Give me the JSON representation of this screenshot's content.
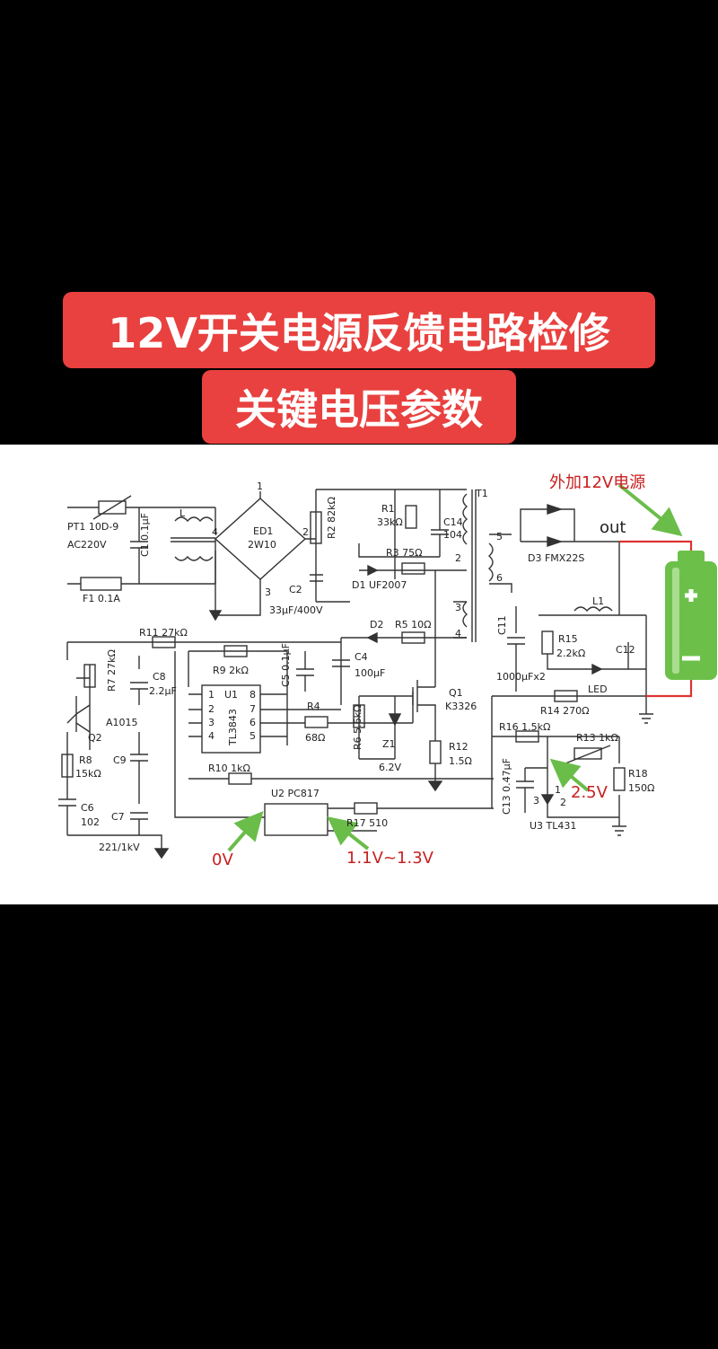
{
  "title": {
    "line1": "12V开关电源反馈电路检修",
    "line2": "关键电压参数"
  },
  "colors": {
    "banner": "#e8413f",
    "annotation_red": "#c81f1f",
    "arrow_green": "#6bbd4a",
    "battery": "#6cc04a"
  },
  "annotations": {
    "external_power": "外加12V电源",
    "out": "out",
    "v0": "0V",
    "v_opto": "1.1V~1.3V",
    "v_ref": "2.5V"
  },
  "labels": {
    "pt1": "PT1  10D-9",
    "ac": "AC220V",
    "c1": "C1  0.1μF",
    "l": "L",
    "f1": "F1  0.1A",
    "ed1": "ED1",
    "bridge": "2W10",
    "n1": "1",
    "n2": "2",
    "n3": "3",
    "n4": "4",
    "c2": "C2",
    "c2v": "33μF/400V",
    "r2": "R2  82kΩ",
    "r1": "R1",
    "r1v": "33kΩ",
    "c14": "C14",
    "c14v": "104",
    "r3": "R3  75Ω",
    "d1": "D1  UF2007",
    "t1": "T1",
    "d2": "D2",
    "r5": "R5  10Ω",
    "r11": "R11  27kΩ",
    "r7": "R7  27kΩ",
    "c8": "C8",
    "c8v": "2.2μF",
    "r9": "R9  2kΩ",
    "u1": "U1",
    "tl3843": "TL3843",
    "c5": "C5  0.1μF",
    "c4": "C4",
    "c4v": "100μF",
    "r4": "R4",
    "r4v": "68Ω",
    "r6": "R6  5.6kΩ",
    "z1": "Z1",
    "z1v": "6.2V",
    "q1": "Q1",
    "q1v": "K3326",
    "r12": "R12",
    "r12v": "1.5Ω",
    "a1015": "A1015",
    "q2": "Q2",
    "r8": "R8",
    "r8v": "15kΩ",
    "c9": "C9",
    "r10": "R10  1kΩ",
    "c6": "C6",
    "c6v": "102",
    "c7": "C7",
    "c7v": "221/1kV",
    "u2": "U2  PC817",
    "r17": "R17  510",
    "d3": "D3  FMX22S",
    "w5": "5",
    "w6": "6",
    "w2": "2",
    "w3": "3",
    "w4": "4",
    "l1": "L1",
    "c11": "C11",
    "c11v": "1000μFx2",
    "r15": "R15",
    "r15v": "2.2kΩ",
    "c12": "C12",
    "led": "LED",
    "r14": "R14  270Ω",
    "r16": "R16  1.5kΩ",
    "r13": "R13  1kΩ",
    "r18": "R18",
    "r18v": "150Ω",
    "c13": "C13  0.47μF",
    "u3": "U3  TL431",
    "p1": "1",
    "p2": "2",
    "p3": "3",
    "pin1": "1",
    "pin2": "2",
    "pin3": "3",
    "pin4": "4",
    "pin8": "8",
    "pin7": "7",
    "pin6": "6",
    "pin5": "5"
  }
}
